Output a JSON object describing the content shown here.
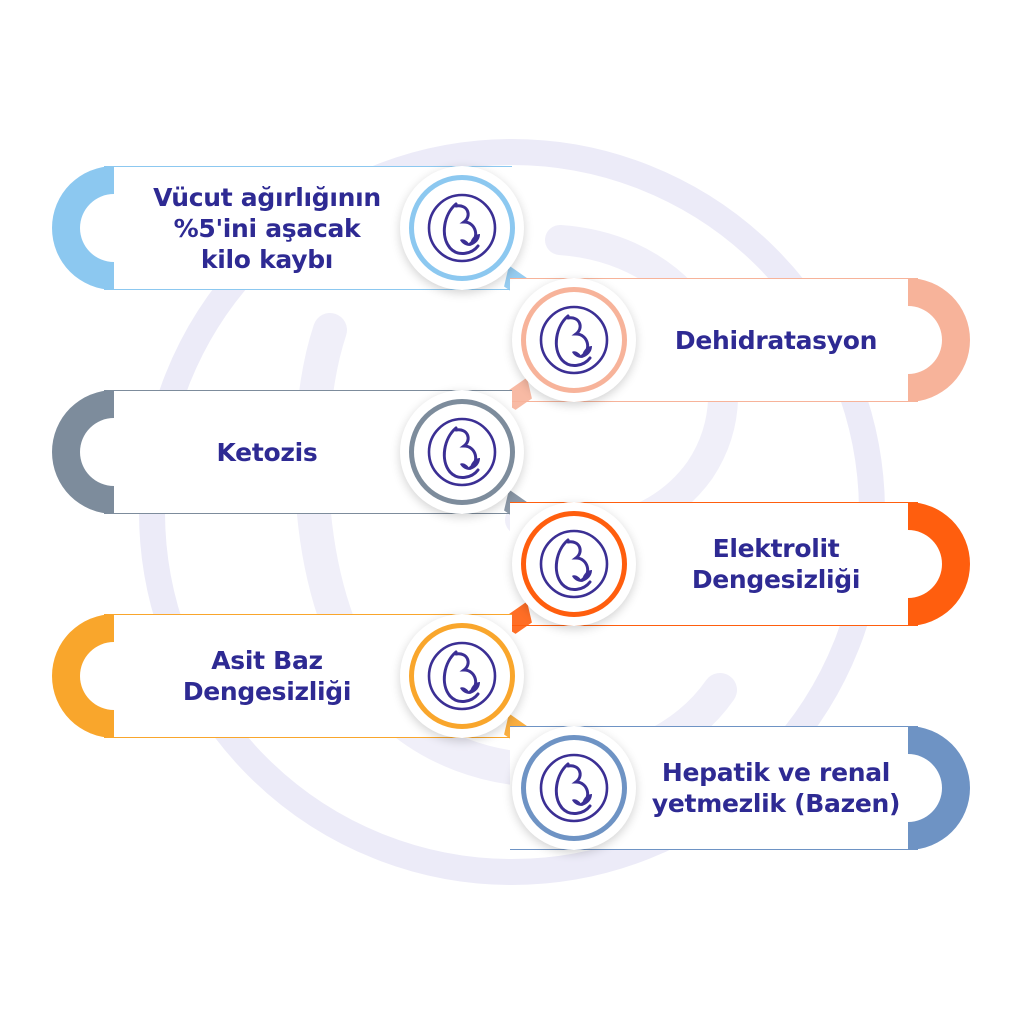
{
  "items": [
    {
      "label": "Vücut ağırlığının\n%5'ini aşacak\nkilo kaybı",
      "color": "#8cc8f0",
      "side": "left"
    },
    {
      "label": "Dehidratasyon",
      "color": "#f7b39a",
      "side": "right"
    },
    {
      "label": "Ketozis",
      "color": "#7d8c9c",
      "side": "left"
    },
    {
      "label": "Elektrolit\nDengesizliği",
      "color": "#ff5e0e",
      "side": "right"
    },
    {
      "label": "Asit Baz\nDengesizliği",
      "color": "#f9a62c",
      "side": "left"
    },
    {
      "label": "Hepatik ve renal\nyetmezlik (Bazen)",
      "color": "#6e93c4",
      "side": "right"
    }
  ],
  "theme": {
    "text_color": "#2e2a93",
    "icon_color": "#3b2f94",
    "watermark_color": "#ecebf8"
  },
  "icons": {
    "badge": "pregnancy-icon"
  }
}
